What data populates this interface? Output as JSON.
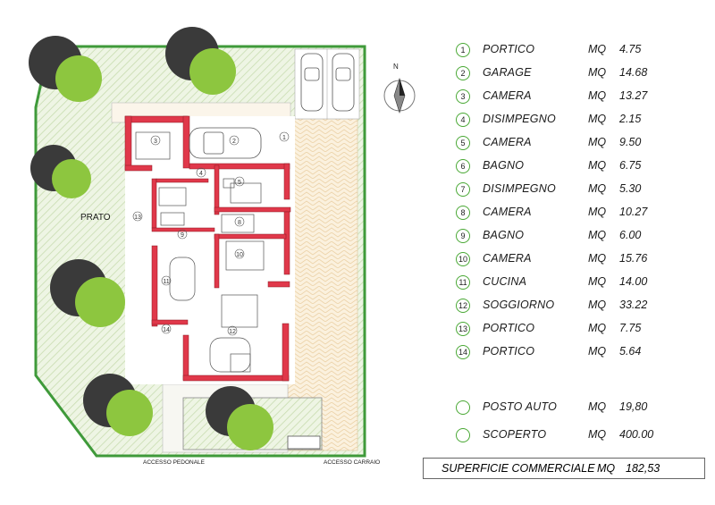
{
  "rooms": [
    {
      "num": "1",
      "name": "PORTICO",
      "mq": "MQ",
      "value": "4.75"
    },
    {
      "num": "2",
      "name": "GARAGE",
      "mq": "MQ",
      "value": "14.68"
    },
    {
      "num": "3",
      "name": "CAMERA",
      "mq": "MQ",
      "value": "13.27"
    },
    {
      "num": "4",
      "name": "DISIMPEGNO",
      "mq": "MQ",
      "value": "2.15"
    },
    {
      "num": "5",
      "name": "CAMERA",
      "mq": "MQ",
      "value": "9.50"
    },
    {
      "num": "6",
      "name": "BAGNO",
      "mq": "MQ",
      "value": "6.75"
    },
    {
      "num": "7",
      "name": "DISIMPEGNO",
      "mq": "MQ",
      "value": "5.30"
    },
    {
      "num": "8",
      "name": "CAMERA",
      "mq": "MQ",
      "value": "10.27"
    },
    {
      "num": "9",
      "name": "BAGNO",
      "mq": "MQ",
      "value": "6.00"
    },
    {
      "num": "10",
      "name": "CAMERA",
      "mq": "MQ",
      "value": "15.76"
    },
    {
      "num": "11",
      "name": "CUCINA",
      "mq": "MQ",
      "value": "14.00"
    },
    {
      "num": "12",
      "name": "SOGGIORNO",
      "mq": "MQ",
      "value": "33.22"
    },
    {
      "num": "13",
      "name": "PORTICO",
      "mq": "MQ",
      "value": "7.75"
    },
    {
      "num": "14",
      "name": "PORTICO",
      "mq": "MQ",
      "value": "5.64"
    }
  ],
  "extras": [
    {
      "name": "POSTO AUTO",
      "mq": "MQ",
      "value": "19,80"
    },
    {
      "name": "SCOPERTO",
      "mq": "MQ",
      "value": "400.00"
    }
  ],
  "total": {
    "label": "SUPERFICIE COMMERCIALE",
    "mq": "MQ",
    "value": "182,53"
  },
  "plan": {
    "prato": "PRATO",
    "accesso_pedonale": "ACCESSO PEDONALE",
    "accesso_carraio": "ACCESSO CARRAIO",
    "north": "N"
  },
  "colors": {
    "wall": "#e0384a",
    "lawn": "#e6f1d8",
    "tree_green": "#8dc63f",
    "tree_dark": "#3a3a3a",
    "hedge": "#3f9a3a"
  }
}
